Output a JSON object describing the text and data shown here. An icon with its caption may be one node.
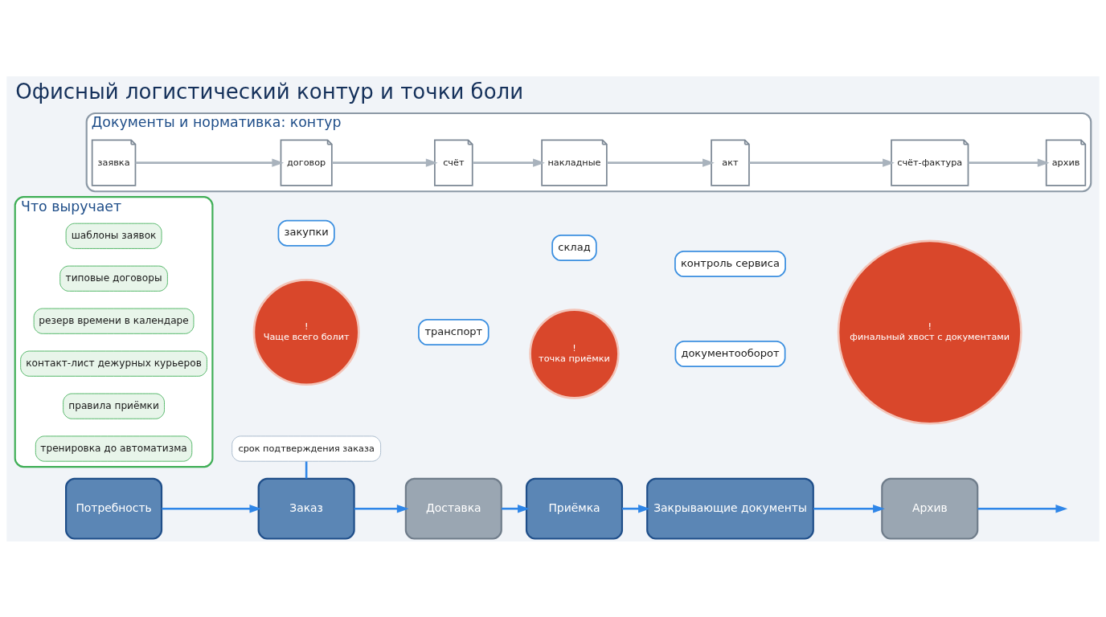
{
  "diagram": {
    "title": "Офисный логистический контур и точки боли",
    "nodes": [
      {
        "text": [
          "Потребность"
        ]
      },
      {
        "text": [
          "Заказ"
        ]
      },
      {
        "text": [
          "Доставка"
        ]
      },
      {
        "text": [
          "Приёмка"
        ]
      },
      {
        "text": [
          "Закрывающие документы"
        ]
      },
      {
        "text": [
          "Архив"
        ]
      },
      {
        "text": [
          "срок подтверждения заказа"
        ]
      },
      {
        "text": [
          "!",
          "Чаще всего болит"
        ]
      },
      {
        "text": [
          "!",
          "точка приёмки"
        ]
      },
      {
        "text": [
          "!",
          "финальный хвост с документами"
        ]
      },
      {
        "text": [
          "закупки"
        ]
      },
      {
        "text": [
          "транспорт"
        ]
      },
      {
        "text": [
          "склад"
        ]
      },
      {
        "text": [
          "документооборот"
        ]
      },
      {
        "text": [
          "контроль сервиса"
        ]
      },
      {
        "text": [
          "Что выручает"
        ]
      },
      {
        "text": [
          "шаблоны заявок"
        ],
        "in": 15
      },
      {
        "text": [
          "типовые договоры"
        ],
        "in": 15
      },
      {
        "text": [
          "резерв времени в календаре"
        ],
        "in": 15
      },
      {
        "text": [
          "контакт-лист дежурных курьеров"
        ],
        "in": 15
      },
      {
        "text": [
          "правила приёмки"
        ],
        "in": 15
      },
      {
        "text": [
          "тренировка до автоматизма"
        ],
        "in": 15
      },
      {
        "text": [
          "Документы и нормативка: контур"
        ]
      },
      {
        "text": [
          "заявка"
        ],
        "in": 22
      },
      {
        "text": [
          "договор"
        ],
        "in": 22
      },
      {
        "text": [
          "счёт"
        ],
        "in": 22
      },
      {
        "text": [
          "накладные"
        ],
        "in": 22
      },
      {
        "text": [
          "акт"
        ],
        "in": 22
      },
      {
        "text": [
          "счёт-фактура"
        ],
        "in": 22
      },
      {
        "text": [
          "архив"
        ],
        "in": 22
      }
    ],
    "edges": [
      {
        "from": 0,
        "to": 1,
        "arrow": "to"
      },
      {
        "from": 1,
        "to": 2,
        "arrow": "to"
      },
      {
        "from": 2,
        "to": 3,
        "arrow": "to"
      },
      {
        "from": 3,
        "to": 4,
        "arrow": "to"
      },
      {
        "from": 4,
        "to": 5,
        "arrow": "to"
      },
      {
        "from": 5,
        "to": null,
        "arrow": "to"
      },
      {
        "from": 6,
        "to": 1,
        "arrow": "none"
      },
      {
        "from": 23,
        "to": 24,
        "arrow": "to",
        "color": "#a9b3bd"
      },
      {
        "from": 24,
        "to": 25,
        "arrow": "to",
        "color": "#a9b3bd"
      },
      {
        "from": 25,
        "to": 26,
        "arrow": "to",
        "color": "#a9b3bd"
      },
      {
        "from": 26,
        "to": 27,
        "arrow": "to",
        "color": "#a9b3bd"
      },
      {
        "from": 27,
        "to": 28,
        "arrow": "to",
        "color": "#a9b3bd"
      },
      {
        "from": 28,
        "to": 29,
        "arrow": "to",
        "color": "#a9b3bd"
      }
    ]
  }
}
